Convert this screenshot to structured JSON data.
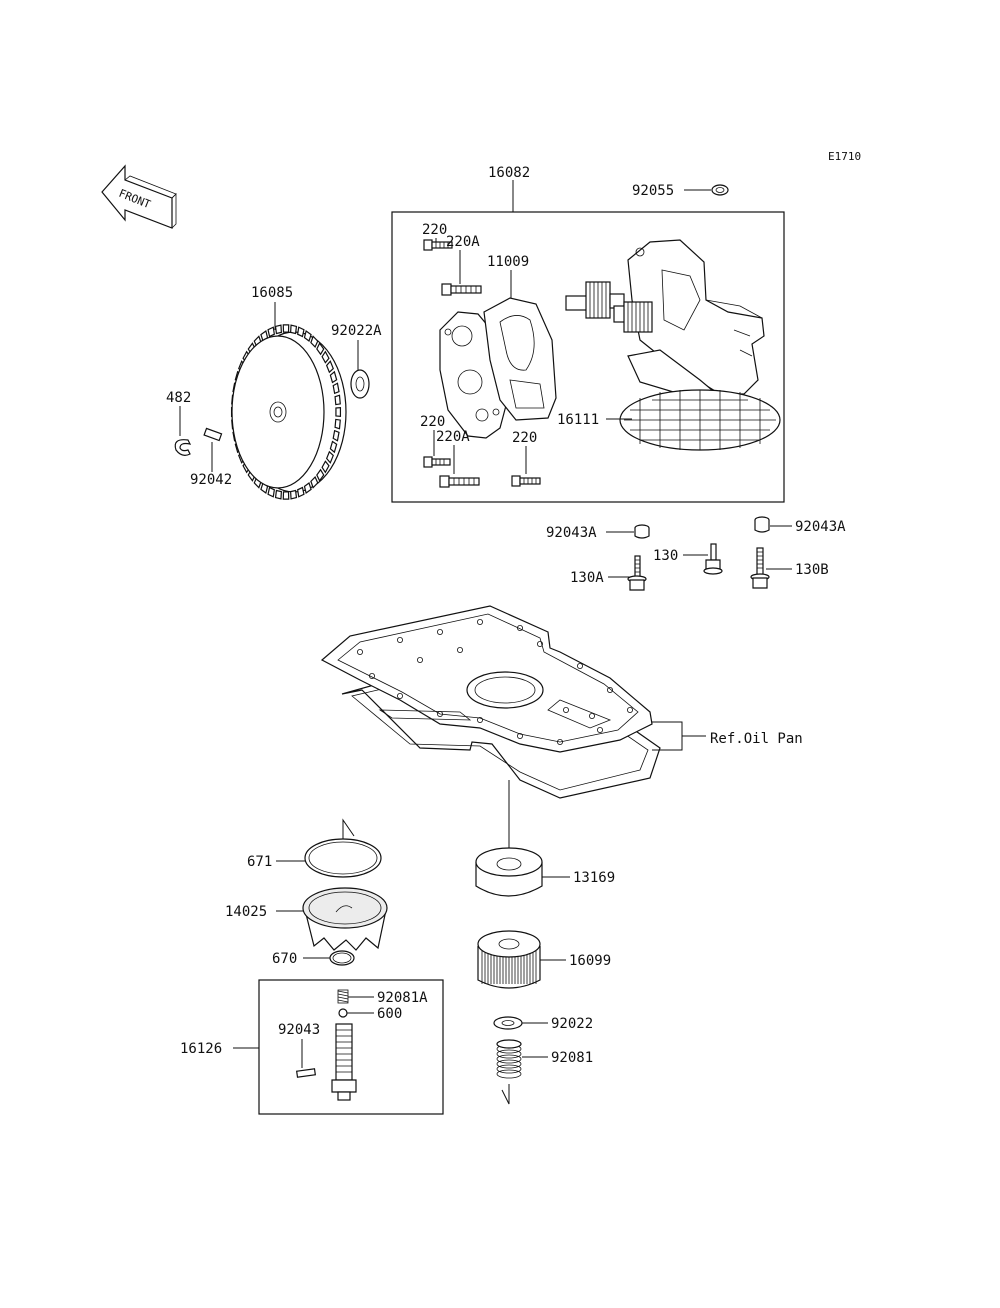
{
  "diagram_code": "E1710",
  "front_label": "FRONT",
  "callouts": {
    "p16082": "16082",
    "p92055": "92055",
    "p220_top": "220",
    "p220a_top": "220A",
    "p11009": "11009",
    "p16085": "16085",
    "p92022a": "92022A",
    "p482": "482",
    "p92042": "92042",
    "p16111": "16111",
    "p220_mid": "220",
    "p220a_mid": "220A",
    "p220_right": "220",
    "p92043a_left": "92043A",
    "p92043a_right": "92043A",
    "p130": "130",
    "p130a": "130A",
    "p130b": "130B",
    "ref_oil_pan": "Ref.Oil Pan",
    "p671": "671",
    "p14025": "14025",
    "p670": "670",
    "p13169": "13169",
    "p16099": "16099",
    "p92081a": "92081A",
    "p600": "600",
    "p92043": "92043",
    "p16126": "16126",
    "p92022": "92022",
    "p92081": "92081"
  }
}
